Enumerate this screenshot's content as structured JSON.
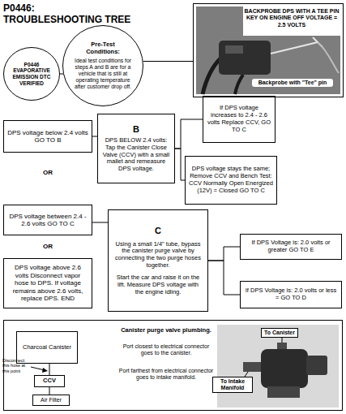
{
  "diagram": {
    "title": "P0446: TROUBLESHOOTING TREE",
    "nodes": [
      {
        "text": [
          "P0446 EVAPORATIVE EMISSION DTC VERIFIED"
        ]
      },
      {
        "text": [
          "Pre-Test Conditions:",
          "Ideal test conditions for steps A and B are for a vehicle that is still at operating temperature after customer drop off."
        ]
      },
      {
        "text": [
          "BACKPROBE DPS WITH A TEE PIN KEY ON ENGINE OFF VOLTAGE = 2.5 VOLTS",
          "Backprobe with \"Tee\" pin"
        ]
      },
      {
        "text": [
          "DPS voltage below 2.4 volts GO TO B"
        ]
      },
      {
        "text": [
          "B",
          "DPS BELOW 2.4 volts: Tap the Canister Close Valve (CCV) with a small mallet and remeasure DPS voltage."
        ]
      },
      {
        "text": [
          "If DPS voltage increases to 2.4 - 2.6 volts Replace CCV, GO TO C"
        ]
      },
      {
        "text": [
          "DPS voltage stays the same; Remove CCV and Bench Test: CCV Normally Open Energized (12V) = Closed GO TO C"
        ]
      },
      {
        "text": [
          "DPS voltage between 2.4 - 2.6 volts GO TO C"
        ]
      },
      {
        "text": [
          "C",
          "Using a small 1/4\" tube, bypass the canister purge valve by connecting the two purge hoses together.",
          "Start the car and raise it on the lift. Measure DPS voltage with the engine idling."
        ]
      },
      {
        "text": [
          "DPS voltage above 2.6 volts Disconnect vapor hose to DPS. If voltage remains above 2.6 volts, replace DPS. END"
        ]
      },
      {
        "text": [
          "If DPS Voltage is: 2.0 volts or greater GO TO E"
        ]
      },
      {
        "text": [
          "If DPS Voltage is: 2.0 volts or less = GO TO D"
        ]
      },
      {
        "text": [
          "Canister purge valve plumbing.",
          "Port closest to electrical connector goes to the canister.",
          "Port farthest from electrical connector goes to intake manifold."
        ]
      },
      {
        "text": [
          "Charcoal Canister"
        ],
        "in": 12
      },
      {
        "text": [
          "CCV"
        ],
        "in": 12
      },
      {
        "text": [
          "Air Filter"
        ],
        "in": 12
      }
    ],
    "edges": [
      {
        "from": 0,
        "to": 1,
        "arrow": "none"
      },
      {
        "from": 1,
        "to": 2,
        "arrow": "none"
      },
      {
        "from": 3,
        "to": 4,
        "arrow": "none"
      },
      {
        "from": 4,
        "to": 5,
        "arrow": "none"
      },
      {
        "from": 4,
        "to": 6,
        "arrow": "none"
      },
      {
        "from": 7,
        "to": 8,
        "arrow": "none"
      },
      {
        "from": 8,
        "to": 10,
        "arrow": "none"
      },
      {
        "from": 8,
        "to": 11,
        "arrow": "none"
      },
      {
        "from": 13,
        "to": 14,
        "arrow": "none"
      },
      {
        "from": 14,
        "to": 15,
        "arrow": "none"
      }
    ],
    "labels": [
      "OR",
      "OR",
      "Disconnect this hose at this point",
      "To Canister",
      "To Intake Manifold"
    ]
  }
}
